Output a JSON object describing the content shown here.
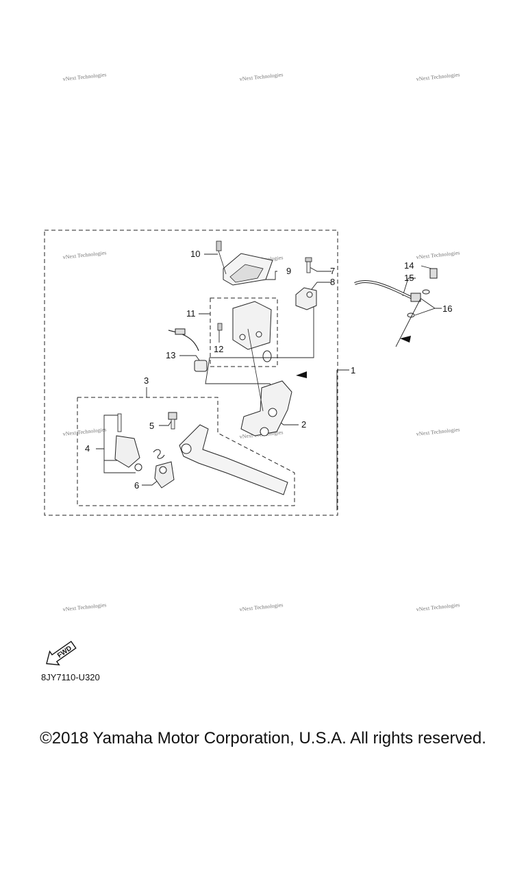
{
  "watermark": "vNext Technologies",
  "diagram": {
    "callouts": [
      "1",
      "2",
      "3",
      "4",
      "5",
      "6",
      "7",
      "8",
      "9",
      "10",
      "11",
      "12",
      "13",
      "14",
      "15",
      "16"
    ],
    "fwd_label": "FWD",
    "part_code": "8JY7110-U320"
  },
  "footer": {
    "copyright": "©2018 Yamaha Motor Corporation, U.S.A. All rights reserved."
  }
}
